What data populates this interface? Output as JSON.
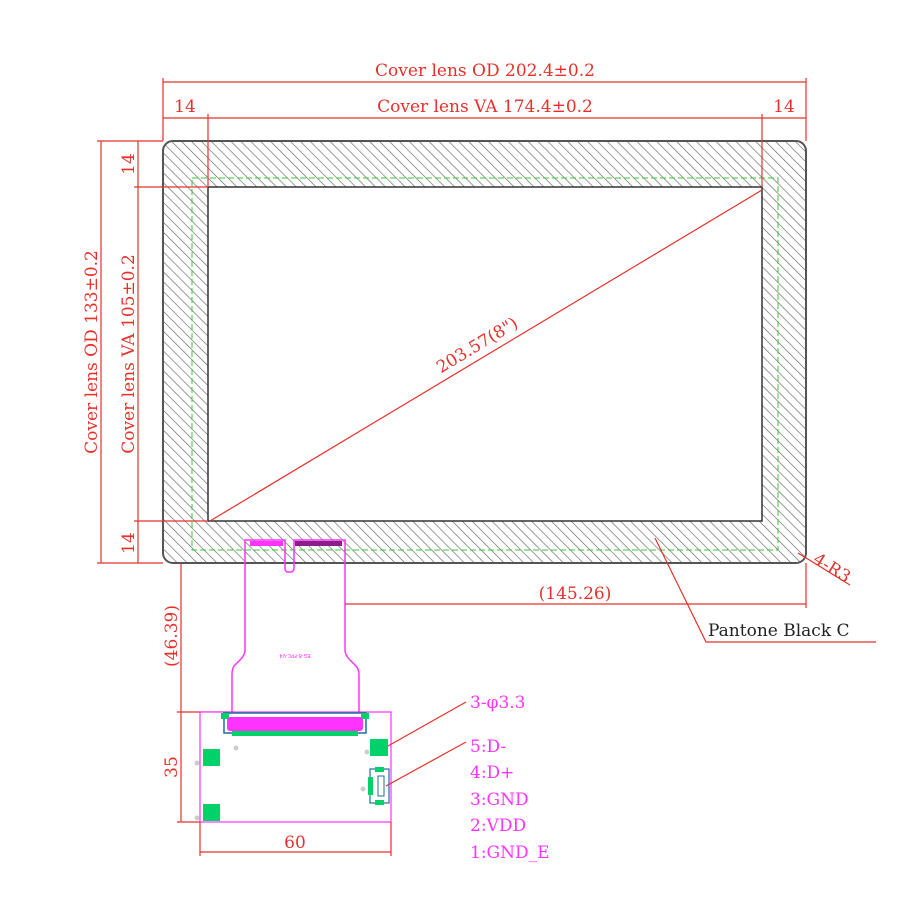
{
  "dimensions": {
    "od_width": "Cover lens OD 202.4±0.2",
    "va_width": "Cover lens VA 174.4±0.2",
    "left_border": "14",
    "right_border": "14",
    "od_height": "Cover lens OD 133±0.2",
    "va_height": "Cover lens VA 105±0.2",
    "top_border": "14",
    "bottom_border": "14",
    "diagonal": "203.57(8\")",
    "fpc_offset": "(145.26)",
    "fpc_length": "(46.39)",
    "pcb_height": "35",
    "pcb_width": "60",
    "corner_radius": "4-R3"
  },
  "annotations": {
    "ink": "Pantone Black C",
    "holes": "3-φ3.3",
    "fpc_label": "EG-8-FPC-V4",
    "pins": [
      "5:D-",
      "4:D+",
      "3:GND",
      "2:VDD",
      "1:GND_E"
    ]
  },
  "colors": {
    "dimension": "#e8302a",
    "fpc": "#ff33ff",
    "pad": "#00d26a",
    "va_guide": "#33cc33"
  }
}
